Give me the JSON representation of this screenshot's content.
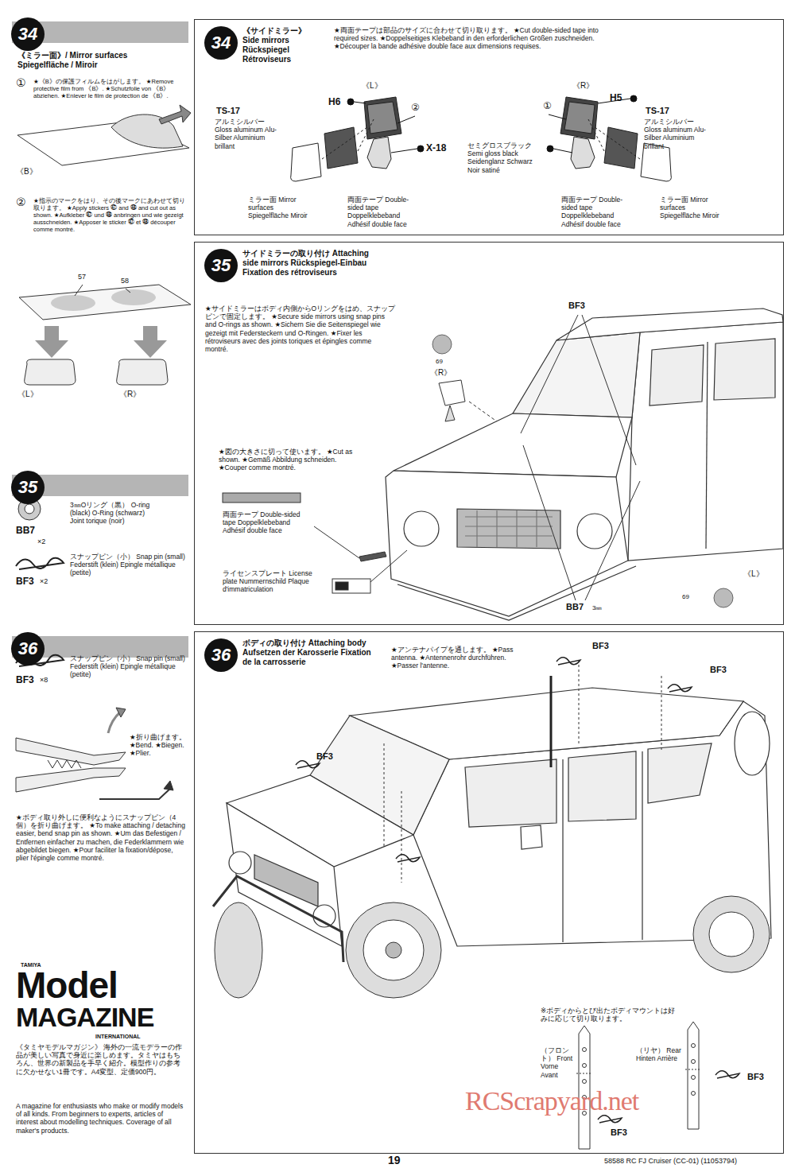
{
  "diagram": {
    "nodes": [
      {
        "text": [
          "《ミラー面》/ Mirror surfaces Spiegelfläche / Miroir",
          "①",
          "★《B》の保護フィルムをはがします。 ★Remove protective film from 《B》. ★Schutzfolie von 《B》 abziehen. ★Enlever le film de protection de 《B》.",
          "《B》",
          "②",
          "★指示のマークをはり、その後マークにあわせて切り取ります。 ★Apply stickers ㊼ and ㊽ and cut out as shown. ★Aufkleber ㊼ und ㊽ anbringen und wie gezeigt ausschneiden. ★Apposer le sticker ㊼ et ㊽ découper comme montré.",
          "57",
          "58",
          "《L》",
          "《R》"
        ]
      },
      {
        "text": [
          "34"
        ],
        "in": 0
      },
      {
        "text": [
          "《サイドミラー》 Side mirrors Rückspiegel Rétroviseurs",
          "★両面テープは部品のサイズに合わせて切り取ります。 ★Cut double-sided tape into required sizes. ★Doppelseitiges Klebeband in den erforderlichen Größen zuschneiden. ★Découper la bande adhésive double face aux dimensions requises.",
          "《L》",
          "TS-17",
          "アルミシルバー Gloss aluminum Alu-Silber Aluminium brillant",
          "H6",
          "②",
          "X-18",
          "セミグロスブラック Semi gloss black Seidenglanz Schwarz Noir satiné",
          "ミラー面 Mirror surfaces Spiegelfläche Miroir",
          "両面テープ Double-sided tape Doppelklebeband Adhésif double face",
          "《R》",
          "①",
          "H5",
          "TS-17",
          "アルミシルバー Gloss aluminum Alu-Silber Aluminium brillant",
          "両面テープ Double-sided tape Doppelklebeband Adhésif double face",
          "ミラー面 Mirror surfaces Spiegelfläche Miroir"
        ]
      },
      {
        "text": [
          "34"
        ],
        "in": 2
      },
      {
        "text": [
          "BB7",
          "×2",
          "3㎜Oリング（黒） O-ring (black) O-Ring (schwarz) Joint torique (noir)",
          "BF3",
          "×2",
          "スナップピン（小） Snap pin (small) Federstift (klein) Epingle métallique (petite)"
        ]
      },
      {
        "text": [
          "35"
        ],
        "in": 4
      },
      {
        "text": [
          "サイドミラーの取り付け Attaching side mirrors Rückspiegel-Einbau Fixation des rétroviseurs",
          "★サイドミラーはボディ内側からOリングをはめ、スナップピンで固定します。 ★Secure side mirrors using snap pins and O-rings as shown. ★Sichern Sie die Seitenspiegel wie gezeigt mit Federsteckern und O-Ringen. ★Fixer les rétroviseurs avec des joints toriques et épingles comme montré.",
          "BF3",
          "69",
          "《R》",
          "★図の大きさに切って使います。 ★Cut as shown. ★Gemäß Abbildung schneiden. ★Couper comme montré.",
          "両面テープ Double-sided tape Doppelklebeband Adhésif double face",
          "ライセンスプレート License plate Nummernschild Plaque d'immatriculation",
          "69",
          "《L》",
          "BB7",
          "3㎜"
        ]
      },
      {
        "text": [
          "35"
        ],
        "in": 6
      },
      {
        "text": [
          "BF3",
          "×8",
          "スナップピン（小） Snap pin (small) Federstift (klein) Epingle métallique (petite)",
          "★折り曲げます。 ★Bend. ★Biegen. ★Plier.",
          "★ボディ取り外しに便利なようにスナップピン（4個）を折り曲げます。 ★To make attaching / detaching easier, bend snap pin as shown. ★Um das Befestigen / Entfernen einfacher zu machen, die Federklammern wie abgebildet biegen. ★Pour faciliter la fixation/dépose, plier l'épingle comme montré."
        ]
      },
      {
        "text": [
          "36"
        ],
        "in": 8
      },
      {
        "text": [
          "ボディの取り付け Attaching body Aufsetzen der Karosserie Fixation de la carrosserie",
          "★アンテナパイプを通します。 ★Pass antenna. ★Antennenrohr durchführen. ★Passer l'antenne.",
          "BF3",
          "BF3",
          "BF3",
          "※ボディからとび出たボディマウントは好みに応じて切り取ります。",
          "（フロント） Front Vorne Avant",
          "BF3",
          "（リヤ） Rear Hinten Arrière",
          "BF3"
        ]
      },
      {
        "text": [
          "36"
        ],
        "in": 10
      }
    ],
    "labels": [
      "TAMIYA",
      "Model",
      "MAGAZINE",
      "INTERNATIONAL",
      "《タミヤモデルマガジン》 海外の一流モデラーの作品が美しい写真で身近に楽しめます。タミヤはもちろん、世界の新製品を手早く紹介。模型作りの参考に欠かせない1冊です。A4変型、定価900円。",
      "A magazine for enthusiasts who make or modify models of all kinds. From beginners to experts, articles of interest about modelling techniques. Coverage of all maker's products.",
      "19",
      "58588 RC FJ Cruiser (CC-01) (11053794)",
      "RCScrapyard.net"
    ]
  }
}
